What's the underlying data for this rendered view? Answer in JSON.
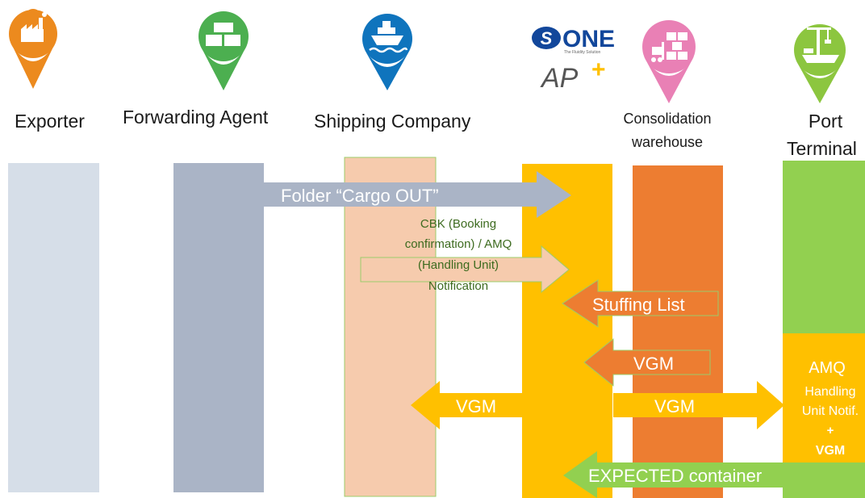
{
  "actors": [
    {
      "id": "exporter",
      "label": "Exporter",
      "color": "#ec8a1e",
      "icon": "factory-icon",
      "lane_color": "#d6dee8"
    },
    {
      "id": "forwarding-agent",
      "label": "Forwarding Agent",
      "color": "#4caf50",
      "icon": "boxes-icon",
      "lane_color": "#aab4c6"
    },
    {
      "id": "shipping-company",
      "label": "Shipping Company",
      "color": "#0f74bd",
      "icon": "ship-icon",
      "lane_color": "#f6cbad"
    },
    {
      "id": "consolidation-warehouse",
      "label_line1": "Consolidation",
      "label_line2": "warehouse",
      "color": "#e980b5",
      "icon": "forklift-warehouse-icon",
      "lane_color": "#ed7d31"
    },
    {
      "id": "port-terminal",
      "label_line1": "Port",
      "label_line2": "Terminal",
      "color": "#8cc63f",
      "icon": "port-crane-icon",
      "lane_color": "#92d050"
    }
  ],
  "platform": {
    "logo_line1_mark": "S",
    "logo_line1_text": "ONE",
    "logo_tagline": "The Fluidity Solution",
    "logo_line2_text": "AP",
    "logo_line2_sup": "+",
    "lane_color": "#ffc000"
  },
  "messages": {
    "folder": "Folder “Cargo OUT”",
    "cbk_line1": "CBK (Booking",
    "cbk_line2": "confirmation) / AMQ",
    "cbk_line3": "(Handling Unit)",
    "cbk_line4": "Notification",
    "stuffing": "Stuffing List",
    "vgm_warehouse": "VGM",
    "vgm_left": "VGM",
    "vgm_right": "VGM",
    "expected_word1": "EXPECTED",
    "expected_word2": "container"
  },
  "terminal_note": {
    "line1": "AMQ",
    "line2": "Handling",
    "line3": "Unit Notif.",
    "plus": "+",
    "line4": "VGM"
  },
  "colors": {
    "arrow_grey": "#aab4c6",
    "arrow_peach": "#f6cbad",
    "arrow_orange": "#ed7d31",
    "arrow_green": "#92d050",
    "green_text": "#3d6b1f",
    "text_dark": "#1a1a1a"
  }
}
